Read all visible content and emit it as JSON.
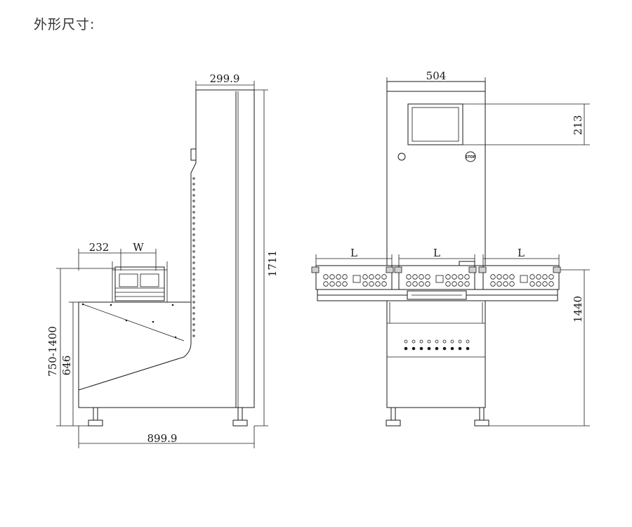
{
  "heading": "外形尺寸:",
  "side_view": {
    "depth_top": "299.9",
    "height_total": "1711",
    "tray_width": "232",
    "tray_label": "W",
    "height_range": "750-1400",
    "height_min": "646",
    "length_total": "899.9"
  },
  "front_view": {
    "width_top": "504",
    "screen_height": "213",
    "conveyor_labels": [
      "L",
      "L",
      "L"
    ],
    "conveyor_height": "1440",
    "stop_label": "STOP"
  }
}
